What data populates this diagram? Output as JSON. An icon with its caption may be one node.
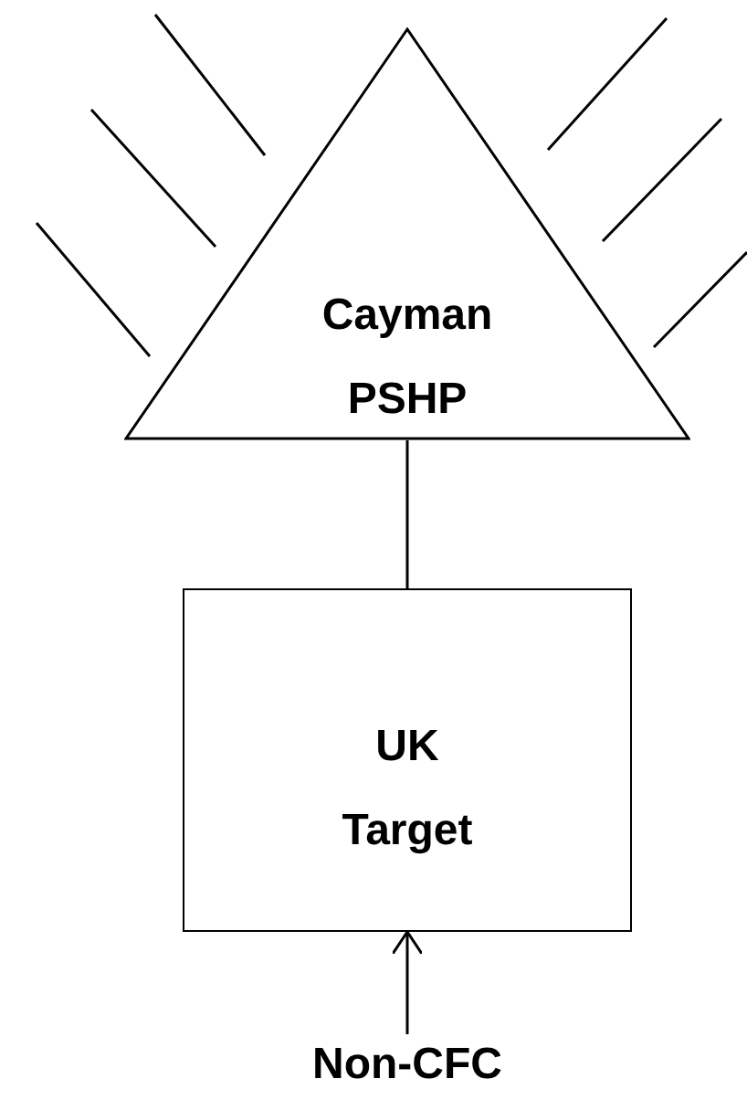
{
  "diagram": {
    "nodes": [
      {
        "text": [
          "Cayman PSHP"
        ]
      },
      {
        "text": [
          "UK Target"
        ]
      },
      {
        "text": [
          "Non-CFC"
        ]
      }
    ],
    "edges": [
      {
        "from": 0,
        "to": 1,
        "arrow": "none"
      },
      {
        "from": 2,
        "to": 1,
        "arrow": "to"
      }
    ]
  }
}
